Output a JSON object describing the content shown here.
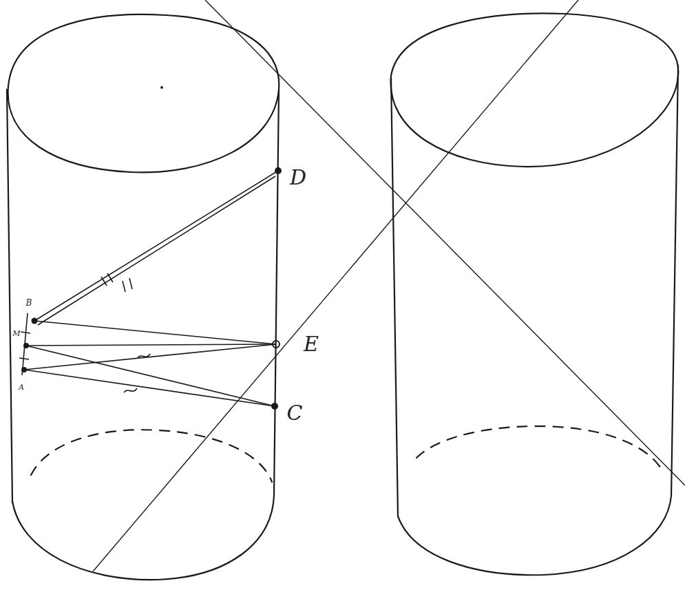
{
  "diagram": {
    "labels": [
      "D",
      "E",
      "C",
      "B",
      "M",
      "A"
    ]
  }
}
